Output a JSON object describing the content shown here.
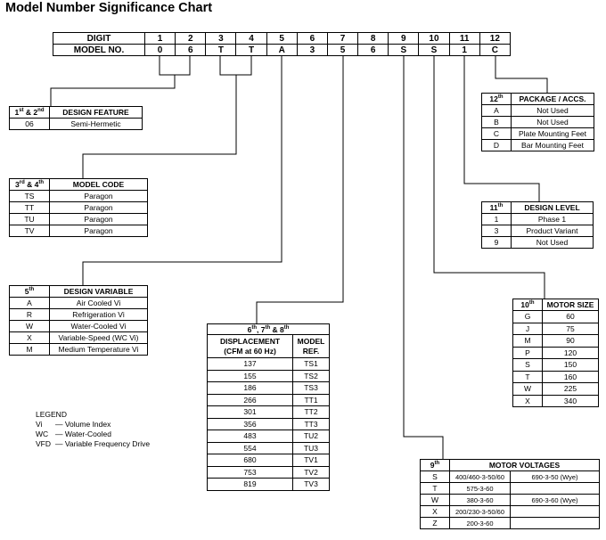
{
  "title": "Model Number Significance Chart",
  "digit_table": {
    "digit_label": "DIGIT",
    "model_label": "MODEL NO.",
    "digits": [
      "1",
      "2",
      "3",
      "4",
      "5",
      "6",
      "7",
      "8",
      "9",
      "10",
      "11",
      "12"
    ],
    "model": [
      "0",
      "6",
      "T",
      "T",
      "A",
      "3",
      "5",
      "6",
      "S",
      "S",
      "1",
      "C"
    ]
  },
  "design_feature": {
    "h1": "1",
    "h1s": "st",
    "h1m": " & 2",
    "h1s2": "nd",
    "h2": "DESIGN FEATURE",
    "rows": [
      [
        "06",
        "Semi-Hermetic"
      ]
    ]
  },
  "model_code": {
    "h1": "3",
    "h1s": "rd",
    "h1m": " & 4",
    "h1s2": "th",
    "h2": "MODEL CODE",
    "rows": [
      [
        "TS",
        "Paragon"
      ],
      [
        "TT",
        "Paragon"
      ],
      [
        "TU",
        "Paragon"
      ],
      [
        "TV",
        "Paragon"
      ]
    ]
  },
  "design_variable": {
    "h1": "5",
    "h1s": "th",
    "h2": "DESIGN VARIABLE",
    "rows": [
      [
        "A",
        "Air Cooled Vi"
      ],
      [
        "R",
        "Refrigeration Vi"
      ],
      [
        "W",
        "Water-Cooled Vi"
      ],
      [
        "X",
        "Variable-Speed (WC Vi)"
      ],
      [
        "M",
        "Medium Temperature Vi"
      ]
    ]
  },
  "displacement": {
    "h_a": "6",
    "h_as": "th",
    "h_b": ", 7",
    "h_bs": "th",
    "h_c": " & 8",
    "h_cs": "th",
    "col1a": "DISPLACEMENT",
    "col1b": "(CFM at 60 Hz)",
    "col2a": "MODEL",
    "col2b": "REF.",
    "rows": [
      [
        "137",
        "TS1"
      ],
      [
        "155",
        "TS2"
      ],
      [
        "186",
        "TS3"
      ],
      [
        "266",
        "TT1"
      ],
      [
        "301",
        "TT2"
      ],
      [
        "356",
        "TT3"
      ],
      [
        "483",
        "TU2"
      ],
      [
        "554",
        "TU3"
      ],
      [
        "680",
        "TV1"
      ],
      [
        "753",
        "TV2"
      ],
      [
        "819",
        "TV3"
      ]
    ]
  },
  "package": {
    "h1": "12",
    "h1s": "th",
    "h2": "PACKAGE / ACCS.",
    "rows": [
      [
        "A",
        "Not Used"
      ],
      [
        "B",
        "Not Used"
      ],
      [
        "C",
        "Plate Mounting Feet"
      ],
      [
        "D",
        "Bar Mounting Feet"
      ]
    ]
  },
  "design_level": {
    "h1": "11",
    "h1s": "th",
    "h2": "DESIGN LEVEL",
    "rows": [
      [
        "1",
        "Phase 1"
      ],
      [
        "3",
        "Product Variant"
      ],
      [
        "9",
        "Not Used"
      ]
    ]
  },
  "motor_size": {
    "h1": "10",
    "h1s": "th",
    "h2": "MOTOR SIZE",
    "rows": [
      [
        "G",
        "60"
      ],
      [
        "J",
        "75"
      ],
      [
        "M",
        "90"
      ],
      [
        "P",
        "120"
      ],
      [
        "S",
        "150"
      ],
      [
        "T",
        "160"
      ],
      [
        "W",
        "225"
      ],
      [
        "X",
        "340"
      ]
    ]
  },
  "motor_voltages": {
    "h1": "9",
    "h1s": "th",
    "h2": "MOTOR VOLTAGES",
    "rows": [
      [
        "S",
        "400/460-3-50/60",
        "690-3-50 (Wye)"
      ],
      [
        "T",
        "575-3-60",
        ""
      ],
      [
        "W",
        "380-3-60",
        "690-3-60 (Wye)"
      ],
      [
        "X",
        "200/230-3-50/60",
        ""
      ],
      [
        "Z",
        "200-3-60",
        ""
      ]
    ]
  },
  "legend": {
    "title": "LEGEND",
    "items": [
      [
        "Vi",
        "— Volume Index"
      ],
      [
        "WC",
        "— Water-Cooled"
      ],
      [
        "VFD",
        "— Variable Frequency Drive"
      ]
    ]
  }
}
